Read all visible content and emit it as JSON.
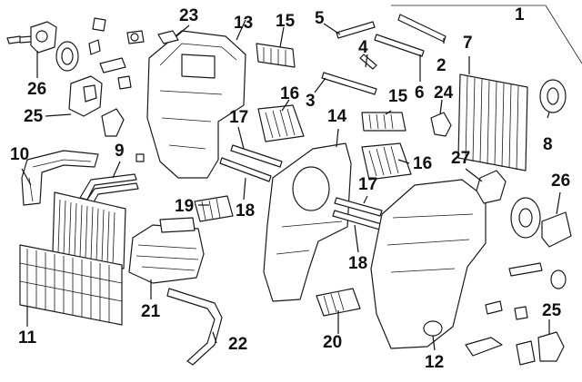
{
  "callouts": [
    {
      "id": "c1",
      "label": "1"
    },
    {
      "id": "c2",
      "label": "2"
    },
    {
      "id": "c3",
      "label": "3"
    },
    {
      "id": "c4",
      "label": "4"
    },
    {
      "id": "c5",
      "label": "5"
    },
    {
      "id": "c6",
      "label": "6"
    },
    {
      "id": "c7",
      "label": "7"
    },
    {
      "id": "c8",
      "label": "8"
    },
    {
      "id": "c9",
      "label": "9"
    },
    {
      "id": "c10",
      "label": "10"
    },
    {
      "id": "c11",
      "label": "11"
    },
    {
      "id": "c12",
      "label": "12"
    },
    {
      "id": "c13",
      "label": "13"
    },
    {
      "id": "c14",
      "label": "14"
    },
    {
      "id": "c15a",
      "label": "15"
    },
    {
      "id": "c15b",
      "label": "15"
    },
    {
      "id": "c16a",
      "label": "16"
    },
    {
      "id": "c16b",
      "label": "16"
    },
    {
      "id": "c17a",
      "label": "17"
    },
    {
      "id": "c17b",
      "label": "17"
    },
    {
      "id": "c18a",
      "label": "18"
    },
    {
      "id": "c18b",
      "label": "18"
    },
    {
      "id": "c19",
      "label": "19"
    },
    {
      "id": "c20",
      "label": "20"
    },
    {
      "id": "c21",
      "label": "21"
    },
    {
      "id": "c22",
      "label": "22"
    },
    {
      "id": "c23",
      "label": "23"
    },
    {
      "id": "c24",
      "label": "24"
    },
    {
      "id": "c25a",
      "label": "25"
    },
    {
      "id": "c25b",
      "label": "25"
    },
    {
      "id": "c26a",
      "label": "26"
    },
    {
      "id": "c26b",
      "label": "26"
    },
    {
      "id": "c27",
      "label": "27"
    }
  ]
}
